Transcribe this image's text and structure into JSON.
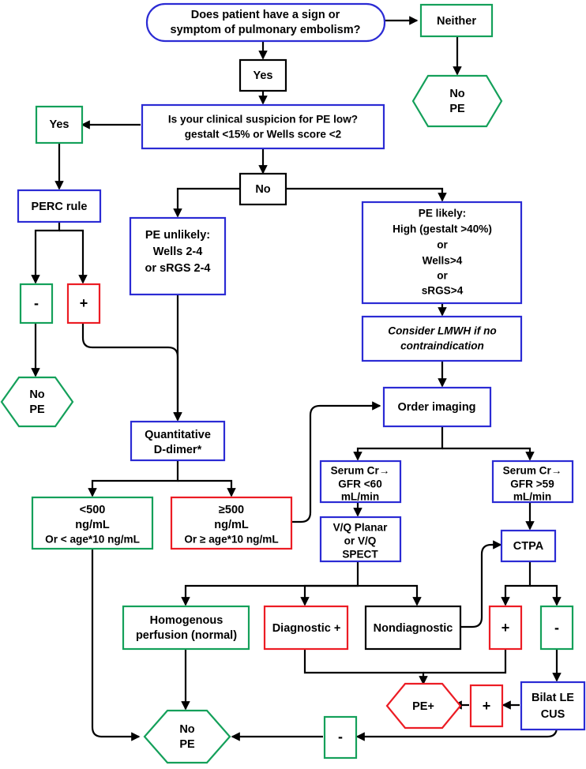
{
  "diagram": {
    "title": "Pulmonary embolism diagnostic algorithm",
    "colors": {
      "blue": "#2b2bd4",
      "green": "#14a05a",
      "red": "#ec1c24",
      "black": "#000000",
      "background": "#ffffff"
    }
  },
  "nodes": {
    "root_question": {
      "line1": "Does patient have a sign or",
      "line2": "symptom of pulmonary embolism?"
    },
    "neither": {
      "label": "Neither"
    },
    "no_pe_top": {
      "line1": "No",
      "line2": "PE"
    },
    "yes_top": {
      "label": "Yes"
    },
    "suspicion": {
      "line1": "Is your clinical suspicion for PE low?",
      "line2": "gestalt <15% or Wells score <2"
    },
    "yes_left": {
      "label": "Yes"
    },
    "no_mid": {
      "label": "No"
    },
    "perc_rule": {
      "label": "PERC rule"
    },
    "perc_minus": {
      "label": "-"
    },
    "perc_plus": {
      "label": "+"
    },
    "no_pe_left": {
      "line1": "No",
      "line2": "PE"
    },
    "pe_unlikely": {
      "line1": "PE unlikely:",
      "line2": "Wells 2-4",
      "line3": "or sRGS 2-4"
    },
    "pe_likely": {
      "line1": "PE likely:",
      "line2": "High (gestalt >40%)",
      "line3": "or",
      "line4": "Wells>4",
      "line5": "or",
      "line6": "sRGS>4"
    },
    "lmwh": {
      "line1": "Consider LMWH if no",
      "line2": "contraindication"
    },
    "order_imaging": {
      "label": "Order imaging"
    },
    "d_dimer": {
      "line1": "Quantitative",
      "line2": "D-dimer*"
    },
    "d_dimer_low": {
      "line1": "<500",
      "line2": "ng/mL",
      "line3": "Or < age*10 ng/mL"
    },
    "d_dimer_high": {
      "line1": "≥500",
      "line2": "ng/mL",
      "line3": "Or ≥  age*10 ng/mL"
    },
    "gfr_low": {
      "line1": "Serum Cr→",
      "line2": "GFR <60",
      "line3": "mL/min"
    },
    "gfr_high": {
      "line1": "Serum Cr→",
      "line2": "GFR >59",
      "line3": "mL/min"
    },
    "vq": {
      "line1": "V/Q Planar",
      "line2": "or V/Q",
      "line3": "SPECT"
    },
    "ctpa": {
      "label": "CTPA"
    },
    "homogenous": {
      "line1": "Homogenous",
      "line2": "perfusion (normal)"
    },
    "diagnostic_plus": {
      "label": "Diagnostic +"
    },
    "nondiagnostic": {
      "label": "Nondiagnostic"
    },
    "ctpa_plus": {
      "label": "+"
    },
    "ctpa_minus": {
      "label": "-"
    },
    "pe_positive": {
      "label": "PE+"
    },
    "cus_plus": {
      "label": "+"
    },
    "bilat_cus": {
      "line1": "Bilat LE",
      "line2": "CUS"
    },
    "cus_minus": {
      "label": "-"
    },
    "no_pe_bottom": {
      "line1": "No",
      "line2": "PE"
    }
  }
}
